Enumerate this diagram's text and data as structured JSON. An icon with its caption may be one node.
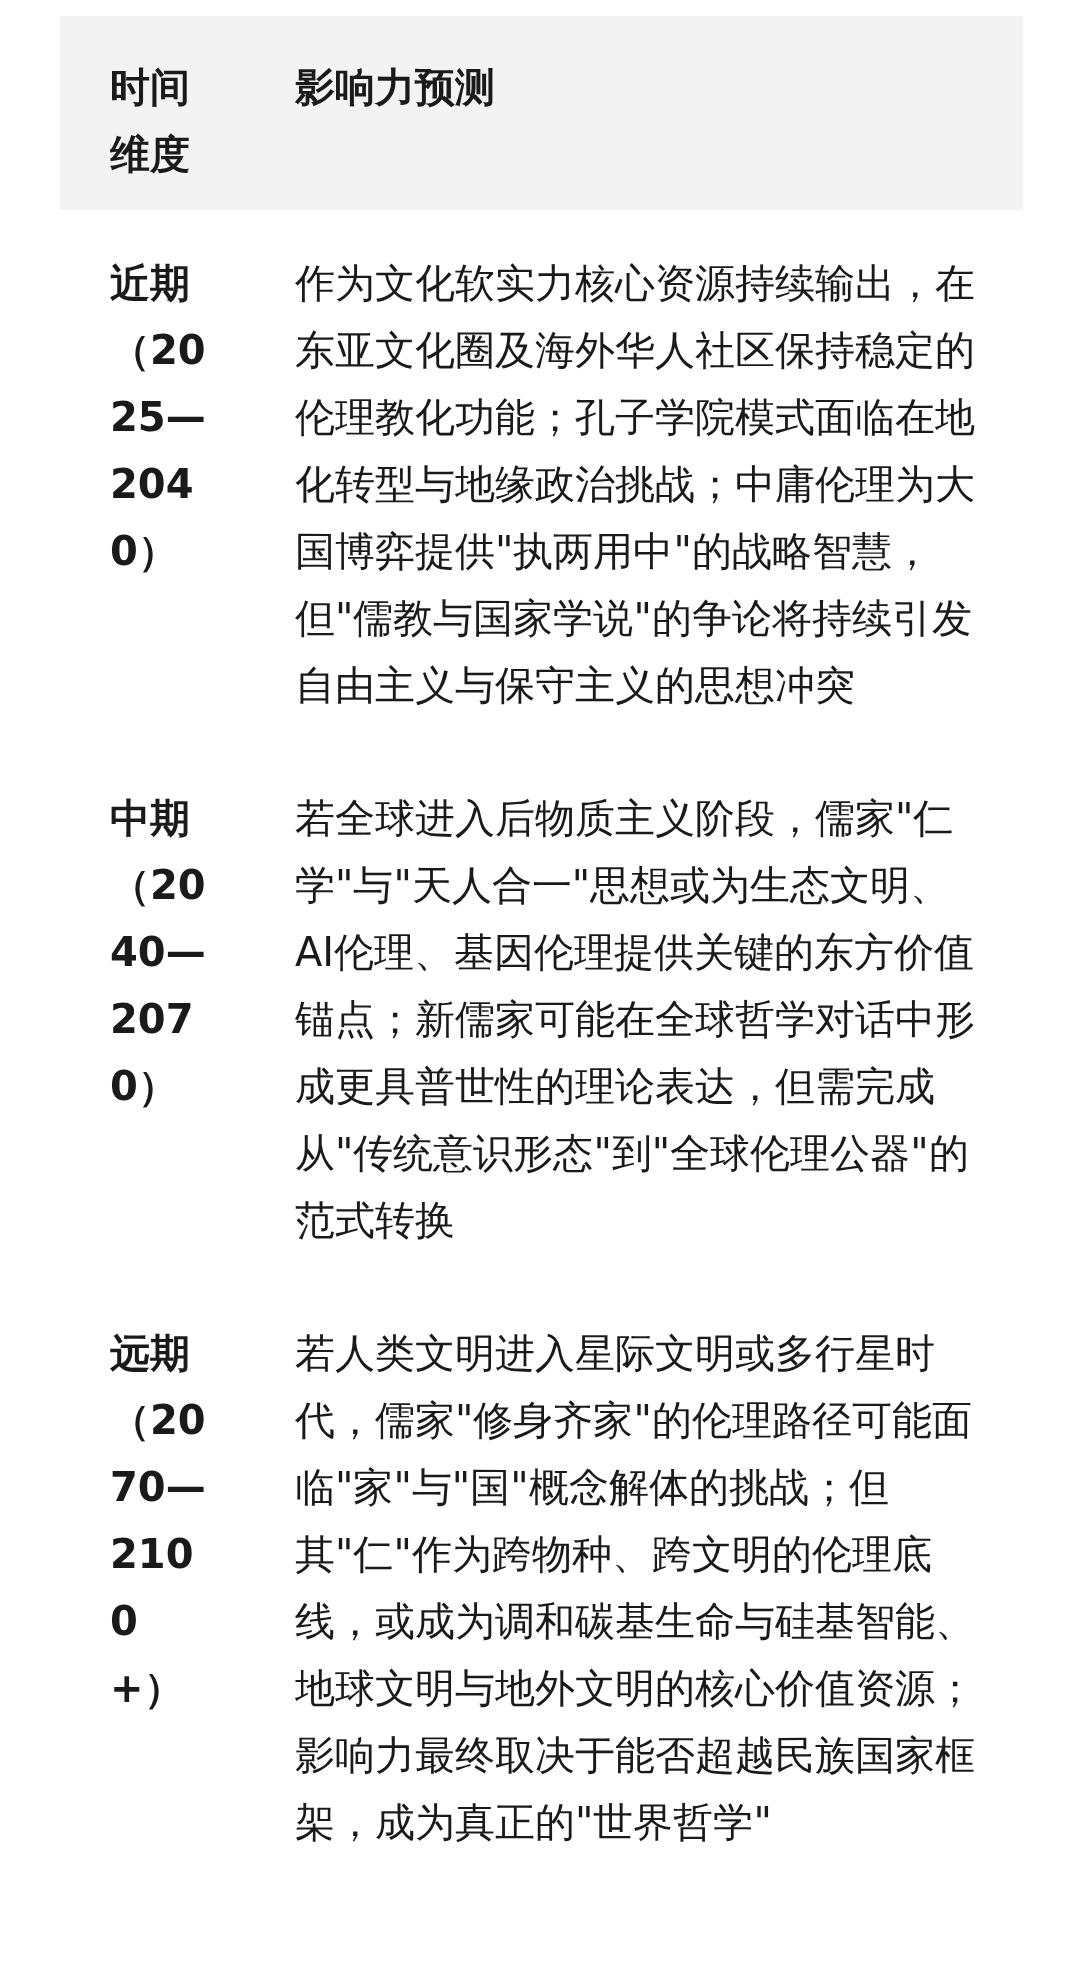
{
  "diagram": {
    "labels": [
      "时间维度",
      "影响力预测",
      "近期（2025—2040）",
      "作为文化软实力核心资源持续输出，在东亚文化圈及海外华人社区保持稳定的伦理教化功能；孔子学院模式面临在地化转型与地缘政治挑战；中庸伦理为大国博弈提供\"执两用中\"的战略智慧，但\"儒教与国家学说\"的争论将持续引发自由主义与保守主义的思想冲突",
      "中期（2040—2070）",
      "若全球进入后物质主义阶段，儒家\"仁学\"与\"天人合一\"思想或为生态文明、AI伦理、基因伦理提供关键的东方价值锚点；新儒家可能在全球哲学对话中形成更具普世性的理论表达，但需完成从\"传统意识形态\"到\"全球伦理公器\"的范式转换",
      "远期（2070—2100+）",
      "若人类文明进入星际文明或多行星时代，儒家\"修身齐家\"的伦理路径可能面临\"家\"与\"国\"概念解体的挑战；但其\"仁\"作为跨物种、跨文明的伦理底线，或成为调和碳基生命与硅基智能、地球文明与地外文明的核心价值资源；影响力最终取决于能否超越民族国家框架，成为真正的\"世界哲学\""
    ]
  }
}
